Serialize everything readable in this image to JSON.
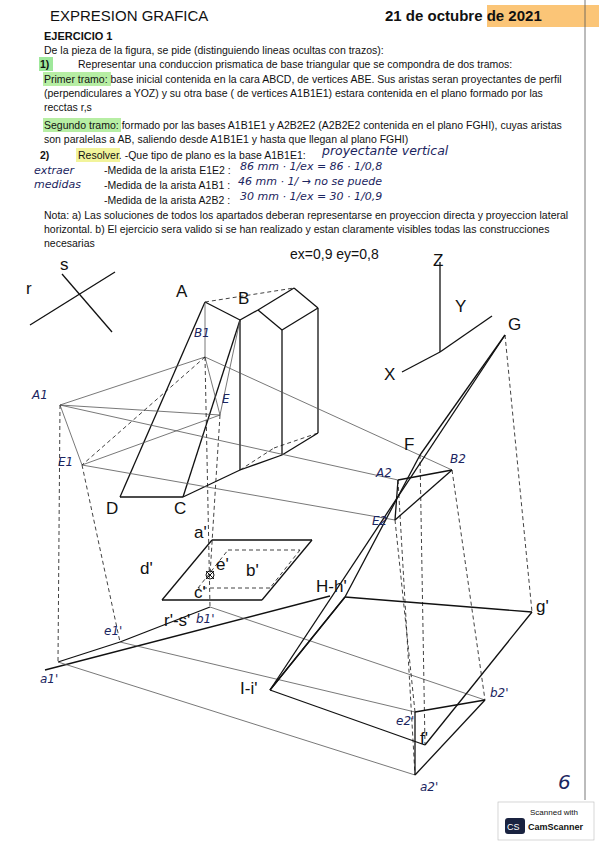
{
  "diagram": {
    "title": "EXPRESION GRAFICA",
    "labels": [
      "21 de octubre de 2021",
      "EJERCICIO 1",
      "De la pieza de la figura, se pide (distinguiendo lineas ocultas con trazos):",
      "1)",
      "Representar una conduccion prismatica de base triangular que se compondra de dos tramos:",
      "Primer tramo: base inicial contenida en la cara ABCD, de vertices ABE. Sus aristas seran proyectantes de perfil (perpendiculares a YOZ) y su otra base ( de vertices A1B1E1) estara contenida en el plano formado por las recctas r,s",
      "Segundo tramo: formado por las bases A1B1E1 y A2B2E2 (A2B2E2 contenida en el plano FGHI), cuyas aristas son paralelas a AB, saliendo desde A1B1E1 y hasta que llegan al plano FGHI)",
      "2)",
      "Resolver. -Que tipo de plano es la base A1B1E1:",
      "proyectante vertical",
      "extraer medidas",
      "-Medida de la arista E1E2 :",
      "86 mm · 1/ex = 86 · 1/0,8",
      "-Medida de la arista A1B1 :",
      "46 mm · 1/ → no se puede",
      "-Medida de la arista A2B2 :",
      "30 mm · 1/ex = 30 · 1/0,9",
      "Nota: a) Las soluciones de todos los apartados deberan representarse en proyeccion directa y proyeccion lateral horizontal. b) El ejercicio sera valido si se han realizado y estan claramente visibles todas las construcciones necesarias",
      "ex=0,9 ey=0,8",
      "s",
      "r",
      "A",
      "B",
      "Z",
      "Y",
      "G",
      "X",
      "F",
      "D",
      "C",
      "a'",
      "d'",
      "e'",
      "b'",
      "c'",
      "r'-s'",
      "H-h'",
      "g'",
      "I-i'",
      "f'",
      "B1",
      "E",
      "A1",
      "E1",
      "a1'",
      "e1'",
      "b1'",
      "A2",
      "B2",
      "E2",
      "e2'",
      "b2'",
      "a2'",
      "6",
      "Scanned with",
      "CS",
      "CamScanner"
    ]
  }
}
